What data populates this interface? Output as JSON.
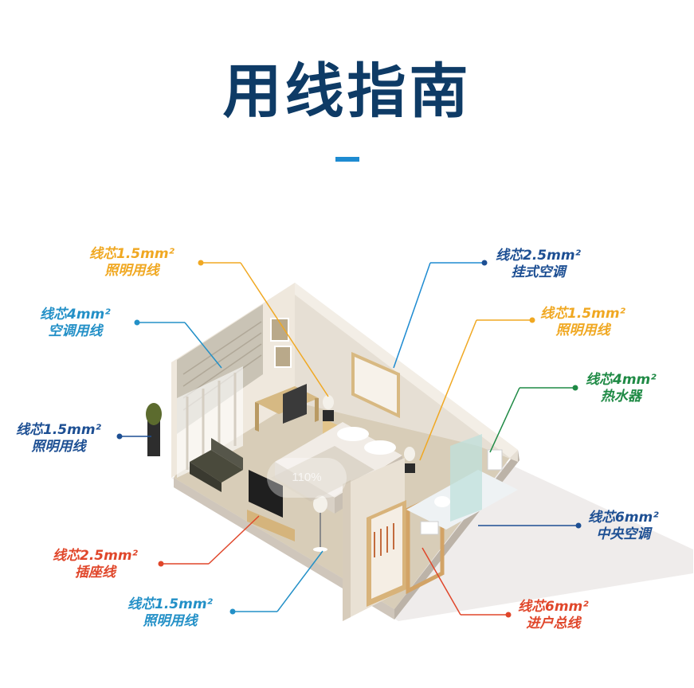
{
  "page": {
    "title": "用线指南",
    "colors": {
      "title": "#0e3b66",
      "accent_bar": "#1e8bd1",
      "lighting": "#f0a822",
      "aircon": "#2390c7",
      "lighting_blue": "#1d4f93",
      "heater": "#1f8a45",
      "socket": "#e0462a",
      "mainline": "#e0462a"
    }
  },
  "watermark": "110%",
  "callouts": [
    {
      "id": "light-top",
      "line1": "线芯1.5mm²",
      "line2": "照明用线",
      "color_key": "lighting"
    },
    {
      "id": "aircon-wall",
      "line1": "线芯2.5mm²",
      "line2": "挂式空调",
      "color_key": "lighting_blue"
    },
    {
      "id": "aircon-4mm",
      "line1": "线芯4mm²",
      "line2": "空调用线",
      "color_key": "aircon"
    },
    {
      "id": "light-right",
      "line1": "线芯1.5mm²",
      "line2": "照明用线",
      "color_key": "lighting"
    },
    {
      "id": "heater",
      "line1": "线芯4mm²",
      "line2": "热水器",
      "color_key": "heater"
    },
    {
      "id": "light-left",
      "line1": "线芯1.5mm²",
      "line2": "照明用线",
      "color_key": "lighting_blue"
    },
    {
      "id": "central-aircon",
      "line1": "线芯6mm²",
      "line2": "中央空调",
      "color_key": "lighting_blue"
    },
    {
      "id": "socket",
      "line1": "线芯2.5mm²",
      "line2": "插座线",
      "color_key": "socket"
    },
    {
      "id": "light-bottom",
      "line1": "线芯1.5mm²",
      "line2": "照明用线",
      "color_key": "aircon"
    },
    {
      "id": "mainline",
      "line1": "线芯6mm²",
      "line2": "进户总线",
      "color_key": "mainline"
    }
  ]
}
